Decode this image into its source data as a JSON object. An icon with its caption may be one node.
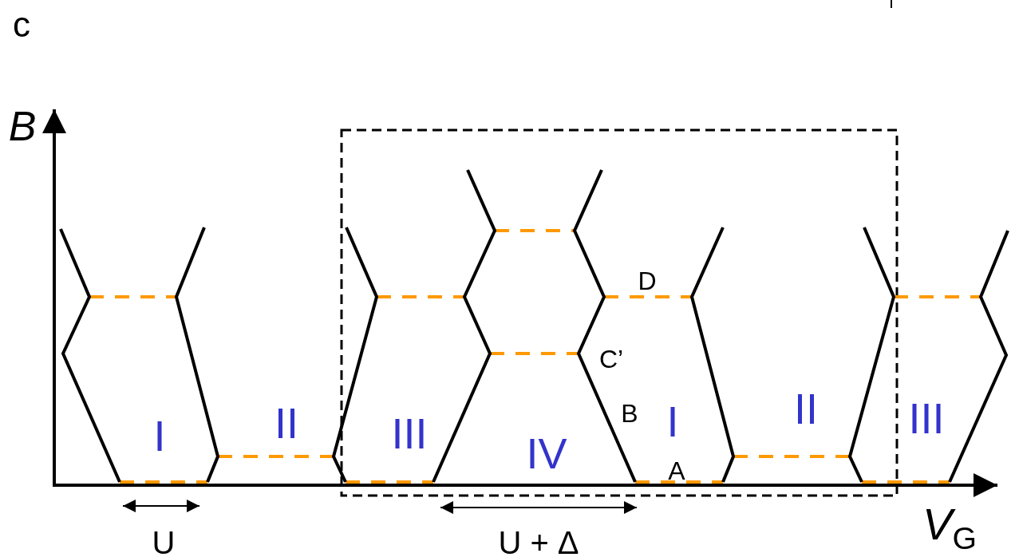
{
  "diagram": {
    "labels": [
      "c",
      "B",
      "D",
      "C’",
      "B",
      "I",
      "II",
      "III",
      "IV",
      "I",
      "II",
      "III",
      "A",
      "U",
      "U + Δ",
      "*V*$_{G}$"
    ]
  }
}
